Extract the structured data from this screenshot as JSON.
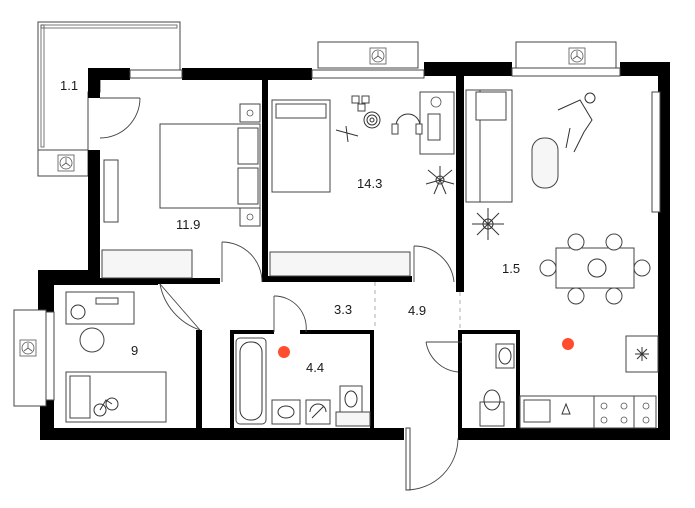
{
  "rooms": [
    {
      "id": "balcony-top",
      "label": "1.1"
    },
    {
      "id": "bedroom-main",
      "label": "11.9"
    },
    {
      "id": "bedroom-second",
      "label": "14.3"
    },
    {
      "id": "living-kitchen",
      "label": "1.5"
    },
    {
      "id": "hall",
      "label": "3.3"
    },
    {
      "id": "corridor",
      "label": "4.9"
    },
    {
      "id": "bathroom",
      "label": "4.4"
    },
    {
      "id": "bedroom-small",
      "label": "9"
    }
  ],
  "colors": {
    "wall": "#000000",
    "marker": "#ff4d2e",
    "line": "#444444"
  },
  "icons": [
    "fan-icon",
    "snowflake-icon",
    "plant-icon",
    "dog-icon",
    "bicycle-icon",
    "airplane-icon",
    "headphones-icon",
    "target-icon"
  ]
}
